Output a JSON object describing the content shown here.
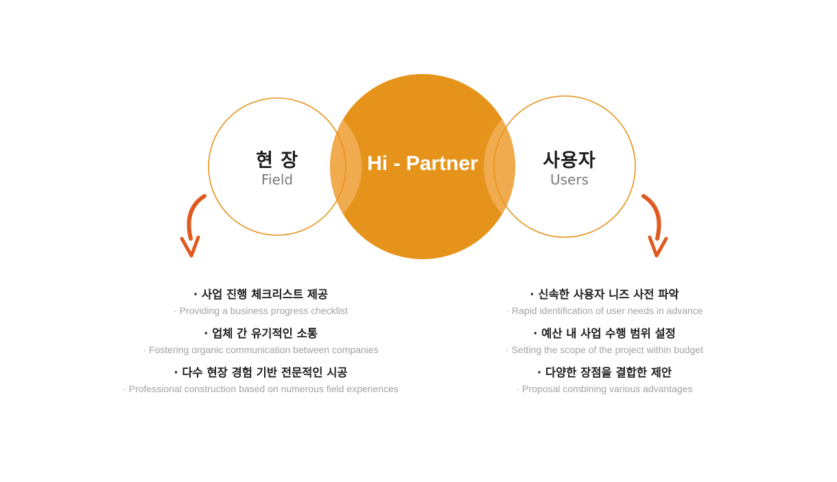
{
  "diagram": {
    "left": {
      "title": "현 장",
      "subtitle": "Field"
    },
    "center": {
      "title": "Hi - Partner"
    },
    "right": {
      "title": "사용자",
      "subtitle": "Users"
    }
  },
  "left_list": [
    {
      "title": "· 사업 진행 체크리스트 제공",
      "subtitle": "· Providing a business progress checklist"
    },
    {
      "title": "· 업체 간 유기적인 소통",
      "subtitle": "· Fostering organic communication between companies"
    },
    {
      "title": "· 다수 현장 경험 기반 전문적인 시공",
      "subtitle": "· Professional construction based on numerous field experiences"
    }
  ],
  "right_list": [
    {
      "title": "· 신속한 사용자 니즈 사전 파악",
      "subtitle": "· Rapid identification of user needs in advance"
    },
    {
      "title": "· 예산 내 사업 수행 범위 설정",
      "subtitle": "· Setting the scope of the project within budget"
    },
    {
      "title": "· 다양한 장점을 결합한 제안",
      "subtitle": "· Proposal combining various advantages"
    }
  ],
  "colors": {
    "accent": "#e6931b",
    "overlap": "#eea94a",
    "arrow": "#e05a1f",
    "ring": "#e6931b"
  },
  "icons": [
    "curved-arrow-down-left-icon",
    "curved-arrow-down-right-icon"
  ]
}
